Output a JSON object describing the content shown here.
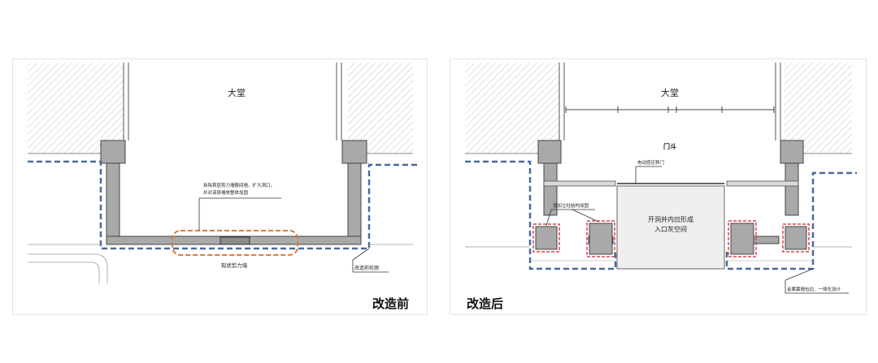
{
  "before": {
    "title": "改造前",
    "lobby_label": "大堂",
    "note_line1": "拆除首层剪力墙鞍间墙，扩大洞口，",
    "note_line2": "并对该段墙体整体加固",
    "wall_label": "现状剪力墙",
    "outline_label": "改造前轮廓"
  },
  "after": {
    "title": "改造后",
    "lobby_label": "大堂",
    "vestibule_label": "门斗",
    "door_label": "电动感应移门",
    "column_label": "增加立柱结构加固",
    "recess_line1": "开洞并内凹形成",
    "recess_line2": "入口灰空间",
    "cladding_label": "金属幕墙包边、一体化设计"
  },
  "colors": {
    "wall_fill": "#a9a9a9",
    "wall_stroke": "#444444",
    "blue_dash": "#4a6a9c",
    "orange_dash": "#e07a36",
    "red_dash": "#d9454f",
    "hatch": "#bdbdbd"
  }
}
